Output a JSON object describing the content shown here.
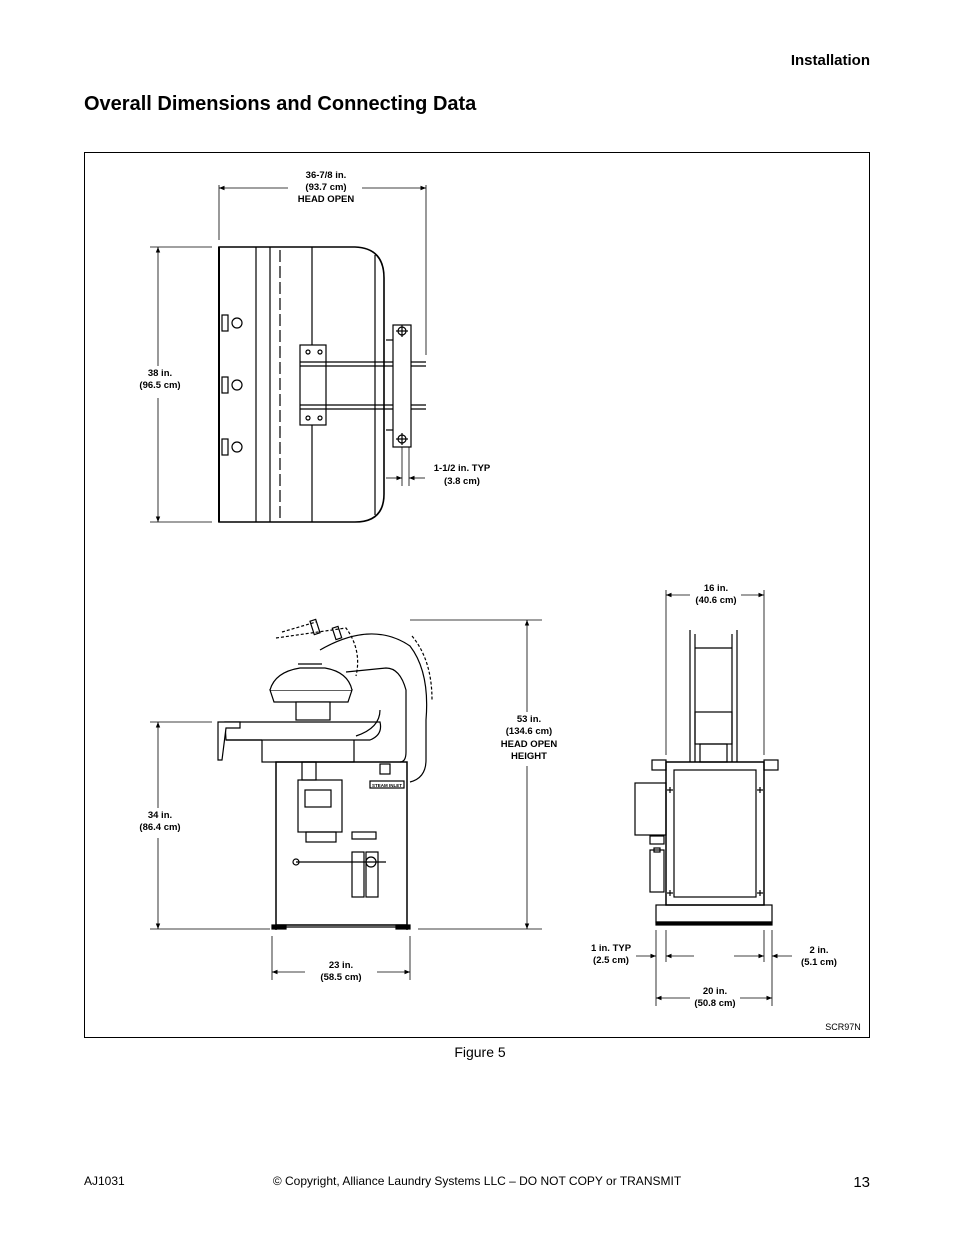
{
  "header": {
    "section": "Installation"
  },
  "page_title": "Overall Dimensions and Connecting Data",
  "figure": {
    "caption": "Figure 5",
    "code": "SCR97N",
    "top_view": {
      "head_open_width": [
        "36-7/8 in.",
        "(93.7 cm)",
        "HEAD OPEN"
      ],
      "depth": [
        "38 in.",
        "(96.5 cm)"
      ],
      "pipe_spacing": [
        "1-1/2 in. TYP",
        "(3.8 cm)"
      ]
    },
    "side_view": {
      "height": [
        "34 in.",
        "(86.4 cm)"
      ],
      "head_open_height": [
        "53 in.",
        "(134.6 cm)",
        "HEAD OPEN",
        "HEIGHT"
      ],
      "base_width": [
        "23 in.",
        "(58.5 cm)"
      ],
      "label_steam_inlet": "STEAM INLET"
    },
    "front_view": {
      "top_width": [
        "16 in.",
        "(40.6 cm)"
      ],
      "left_offset": [
        "1 in. TYP",
        "(2.5 cm)"
      ],
      "right_offset": [
        "2 in.",
        "(5.1 cm)"
      ],
      "base_width": [
        "20 in.",
        "(50.8 cm)"
      ]
    }
  },
  "footer": {
    "doc_id": "AJ1031",
    "copyright": "© Copyright, Alliance Laundry Systems LLC – DO NOT COPY or TRANSMIT",
    "page_number": "13"
  }
}
